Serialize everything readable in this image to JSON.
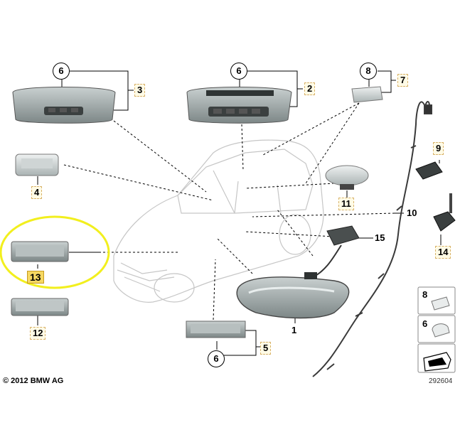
{
  "callouts": {
    "c6a": "6",
    "c6b": "6",
    "c6c": "6",
    "c8": "8",
    "n3": "3",
    "n2": "2",
    "n7": "7",
    "n9": "9",
    "n4": "4",
    "n11": "11",
    "n10": "10",
    "n15": "15",
    "n14": "14",
    "n13": "13",
    "n12": "12",
    "n1": "1",
    "n5": "5",
    "leg8": "8",
    "leg6": "6"
  },
  "footer": {
    "copyright": "© 2012 BMW AG",
    "drawing_number": "292604"
  },
  "colors": {
    "highlight_ring": "#f2ef1e",
    "highlight_box": "#f6d862",
    "part_gray": "#9aa3a3"
  }
}
